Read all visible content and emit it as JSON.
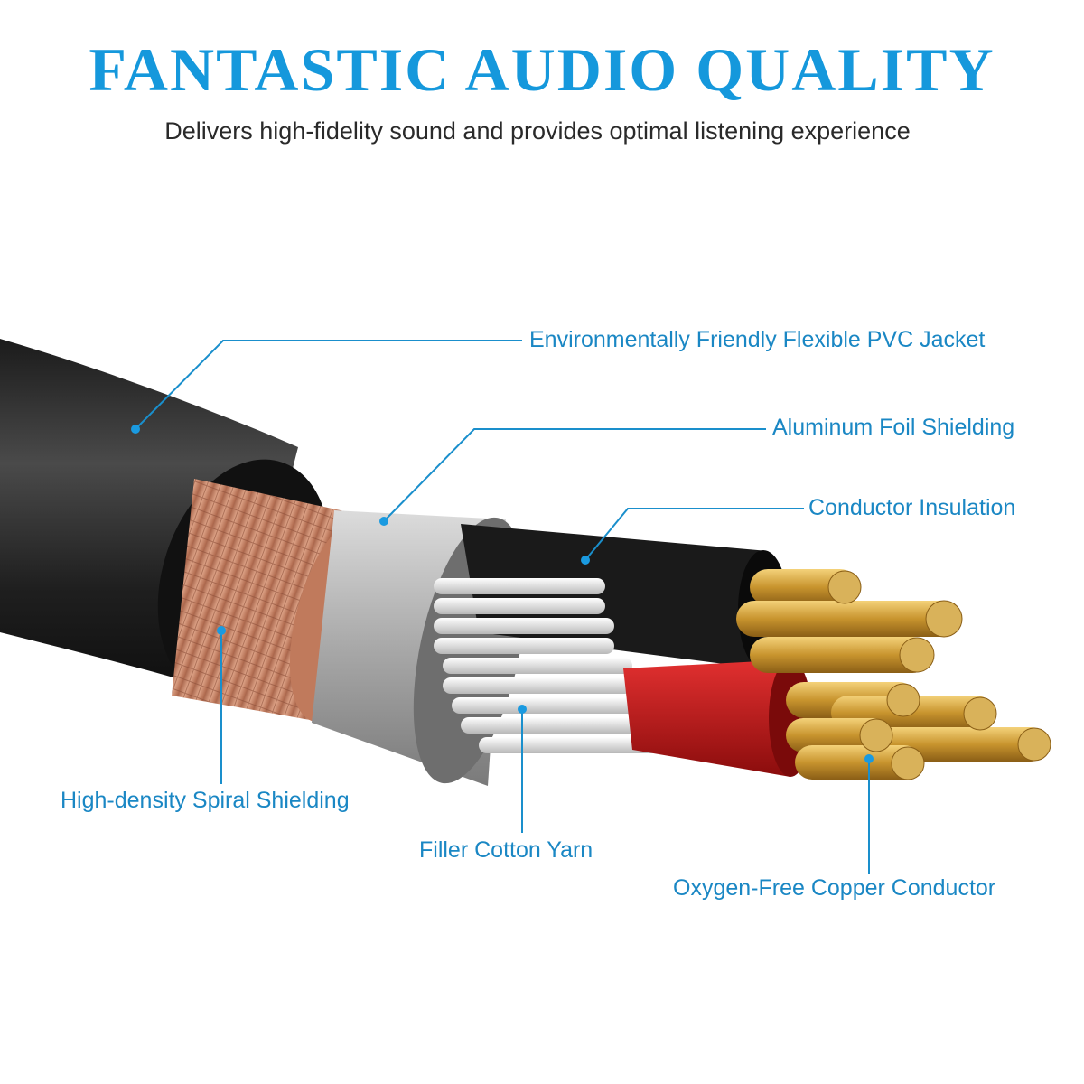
{
  "header": {
    "title": "FANTASTIC AUDIO QUALITY",
    "subtitle": "Delivers high-fidelity sound and provides optimal listening experience"
  },
  "colors": {
    "title": "#1598dc",
    "label": "#1a87c4",
    "leader_line": "#1a8fcc",
    "jacket": "#222222",
    "braid": "#c98466",
    "foil": "#b9b9b9",
    "red_insulation": "#c41818",
    "copper": "#d4a23a"
  },
  "callouts": [
    {
      "id": "pvc-jacket",
      "label": "Environmentally Friendly Flexible PVC Jacket"
    },
    {
      "id": "aluminum-foil",
      "label": "Aluminum Foil Shielding"
    },
    {
      "id": "conductor-insulation",
      "label": "Conductor Insulation"
    },
    {
      "id": "spiral-shielding",
      "label": "High-density Spiral Shielding"
    },
    {
      "id": "filler-yarn",
      "label": "Filler Cotton Yarn"
    },
    {
      "id": "copper-conductor",
      "label": "Oxygen-Free Copper Conductor"
    }
  ]
}
